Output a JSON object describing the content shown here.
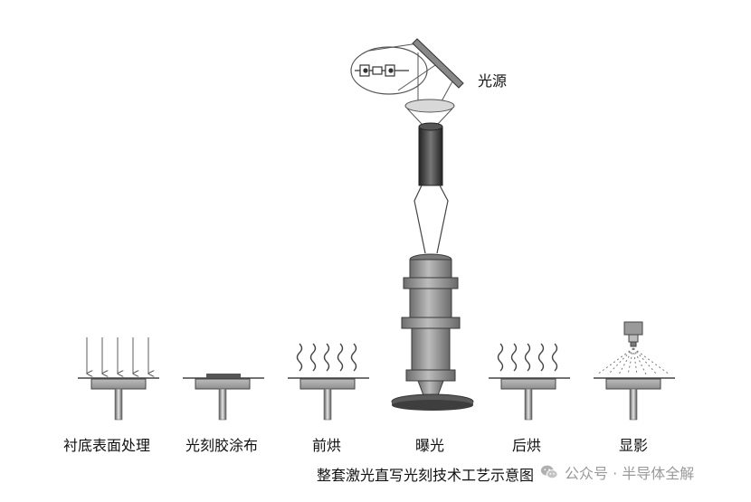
{
  "stations": [
    {
      "id": "substrate",
      "label": "衬底表面处理"
    },
    {
      "id": "coat",
      "label": "光刻胶涂布"
    },
    {
      "id": "prebake",
      "label": "前烘"
    },
    {
      "id": "exposure",
      "label": "曝光"
    },
    {
      "id": "postbake",
      "label": "后烘"
    },
    {
      "id": "develop",
      "label": "显影"
    }
  ],
  "light_source_label": "光源",
  "caption": "整套激光直写光刻技术工艺示意图",
  "watermark": {
    "text": "公众号 · 半导体全解",
    "icon": "wechat-icon"
  },
  "colors": {
    "line": "#444444",
    "stage": "#9e9e9e",
    "objective": "#8a8a8a",
    "base": "#5a5a5a"
  }
}
